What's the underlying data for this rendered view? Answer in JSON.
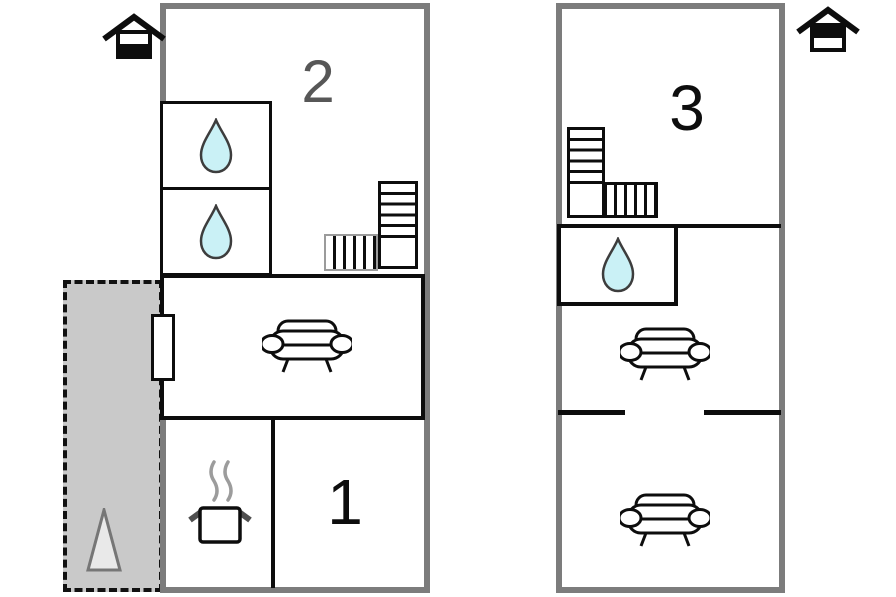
{
  "diagram": {
    "type": "floor-plan",
    "background": "#ffffff"
  },
  "labels": {
    "room1": "1",
    "room2": "2",
    "room3": "3"
  },
  "colors": {
    "outer_wall": "#7c7c7c",
    "inner_wall": "#0d0d0d",
    "terrace_fill": "#c9c9c9",
    "terrace_border": "#111111",
    "drop_fill": "#caf1f6",
    "drop_stroke": "#3d3d3d",
    "room2_label": "#575757",
    "room_label": "#0d0d0d",
    "steam": "#9c9c9c",
    "pot_handle": "#4f4f4f",
    "stairs_secondary_border": "#9b9b9b",
    "triangle_fill": "#e9e9e9",
    "triangle_stroke": "#767676"
  },
  "left_plan": {
    "name": "left-apartment-plan",
    "floor_marker": "house-ground-floor-icon",
    "rooms": [
      "room-2-bedroom",
      "bathroom-upper",
      "bathroom-lower",
      "living-room",
      "kitchen",
      "room-1-bedroom",
      "terrace"
    ],
    "icons": [
      "water-drop-icon",
      "water-drop-icon",
      "stairs-icon",
      "sofa-icon",
      "cooking-pot-icon",
      "terrace-triangle-icon",
      "window-door"
    ]
  },
  "right_plan": {
    "name": "right-apartment-plan",
    "floor_marker": "house-upper-floor-icon",
    "rooms": [
      "room-3-bedroom",
      "bathroom",
      "lounge-upper",
      "lounge-lower"
    ],
    "icons": [
      "stairs-icon",
      "water-drop-icon",
      "sofa-icon",
      "sofa-icon"
    ]
  }
}
